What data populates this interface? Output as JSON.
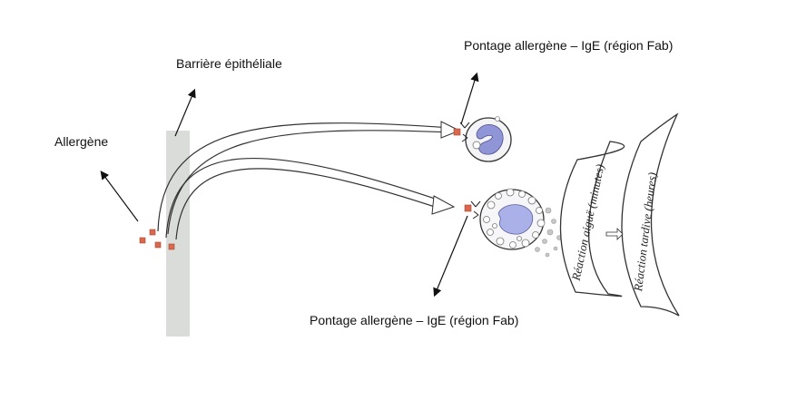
{
  "labels": {
    "allergen": "Allergène",
    "barrier": "Barrière épithéliale",
    "crosslink_top": "Pontage allergène – IgE (région Fab)",
    "crosslink_bottom": "Pontage allergène – IgE (région Fab)",
    "acute_reaction": "Réaction aiguë (minutes)",
    "late_reaction": "Réaction tardive (heures)"
  },
  "colors": {
    "barrier": "#d9dcd8",
    "allergen": "#d9684d",
    "cell_nucleus": "#8f95d6",
    "granule": "#c8c8c8"
  }
}
